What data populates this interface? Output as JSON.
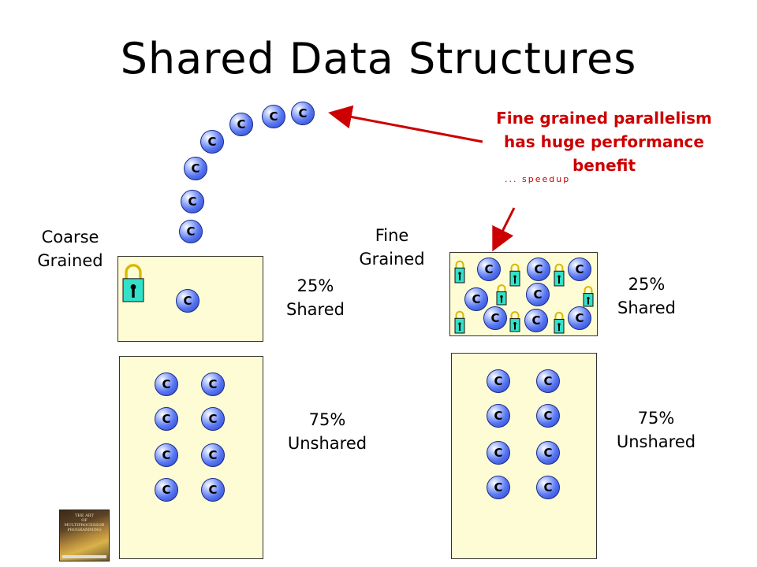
{
  "title": "Shared Data Structures",
  "core_letter": "C",
  "left": {
    "label": "Coarse\nGrained",
    "shared_label": "25%\nShared",
    "unshared_label": "75%\nUnshared"
  },
  "right": {
    "label": "Fine\nGrained",
    "shared_label": "25%\nShared",
    "unshared_label": "75%\nUnshared"
  },
  "callout": {
    "text": "Fine grained parallelism\nhas huge performance\nbenefit",
    "partially_hidden_text": "... speedup"
  },
  "colors": {
    "callout": "#cc0000",
    "box_fill": "#fefcd4",
    "core": "#3a5ae0",
    "lock_body": "#33e0c8",
    "lock_shackle": "#d8b800"
  },
  "icons": [
    "core-icon",
    "lock-icon",
    "book-cover-icon"
  ]
}
